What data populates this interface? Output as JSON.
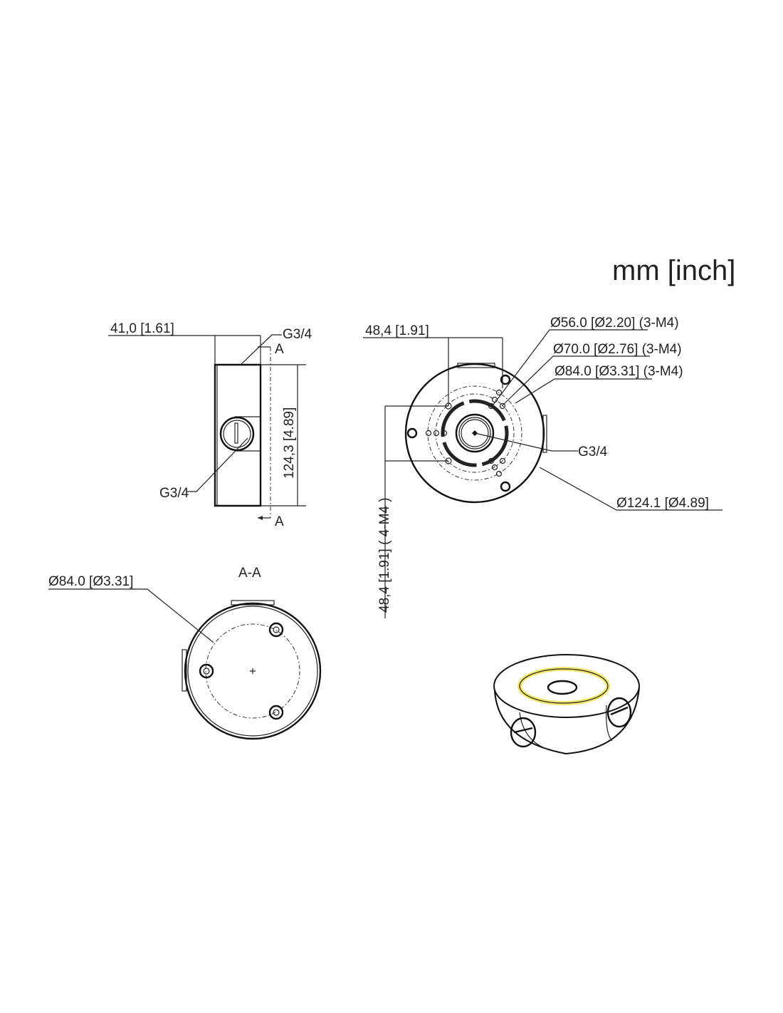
{
  "units": "mm [inch]",
  "side_view": {
    "width_dim": "41,0  [1.61]",
    "height_dim": "124,3  [4.89]",
    "thread_top": "G3/4",
    "thread_side": "G3/4",
    "section_mark_top": "A",
    "section_mark_bottom": "A"
  },
  "top_view": {
    "offset_dim": "48,4  [1.91]",
    "vertical_dim": "48,4 [1.91] ( 4-M4 )",
    "hole_circle_56": "Ø56.0 [Ø2.20] (3-M4)",
    "hole_circle_70": "Ø70.0 [Ø2.76] (3-M4)",
    "hole_circle_84": "Ø84.0 [Ø3.31] (3-M4)",
    "center_thread": "G3/4",
    "outer_diameter": "Ø124.1 [Ø4.89]"
  },
  "section_view": {
    "title": "A-A",
    "hole_circle": "Ø84.0 [Ø3.31]"
  },
  "colors": {
    "line": "#222222",
    "highlight": "#f2e66a"
  }
}
